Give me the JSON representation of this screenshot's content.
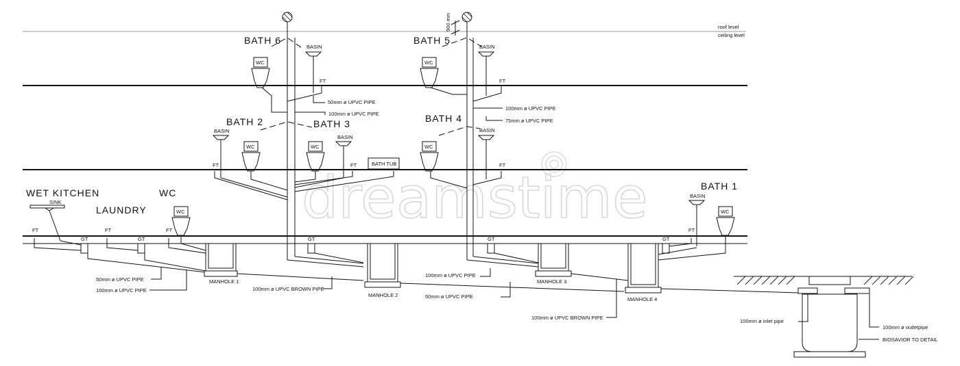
{
  "levels": {
    "roof": "roof level",
    "ceiling": "ceiling level"
  },
  "dimension": "900 mm",
  "rooms": {
    "bath6": "BATH 6",
    "bath5": "BATH 5",
    "bath2": "BATH 2",
    "bath3": "BATH 3",
    "bath4": "BATH 4",
    "bath1": "BATH 1",
    "wet_kitchen": "WET KITCHEN",
    "laundry": "LAUNDRY",
    "wc_ground": "WC"
  },
  "fixtures": {
    "wc": "WC",
    "basin": "BASIN",
    "ft": "FT",
    "gt": "GT",
    "bath_tub": "BATH TUB",
    "sink": "SINK"
  },
  "manholes": {
    "m1": "MANHOLE 1",
    "m2": "MANHOLE 2",
    "m3": "MANHOLE 3",
    "m4": "MANHOLE 4"
  },
  "pipe_labels": {
    "bath6_50": "50mm ø UPVC PIPE",
    "bath6_100": "100mm ø UPVC PIPE",
    "bath5_100": "100mm ø UPVC PIPE",
    "bath5_75": "75mm ø UPVC PIPE",
    "ground_50": "50mm ø UPVC PIPE",
    "ground_100": "100mm ø UPVC PIPE",
    "brown_1": "100mm ø UPVC BROWN PIPE",
    "mid_100": "100mm ø UPVC PIPE",
    "mid_50": "50mm ø UPVC PIPE",
    "brown_2": "100mm ø UPVC BROWN PIPE",
    "inlet": "100mm ø inlet pipe",
    "outlet": "100mm ø outletpipe",
    "biosavior": "BIOSAVIOR TO DETAIL"
  },
  "watermark": "dreamstime",
  "icons": {
    "vent_cap": "vent-cap-icon",
    "watermark_logo": "dreamstime-logo-icon"
  }
}
